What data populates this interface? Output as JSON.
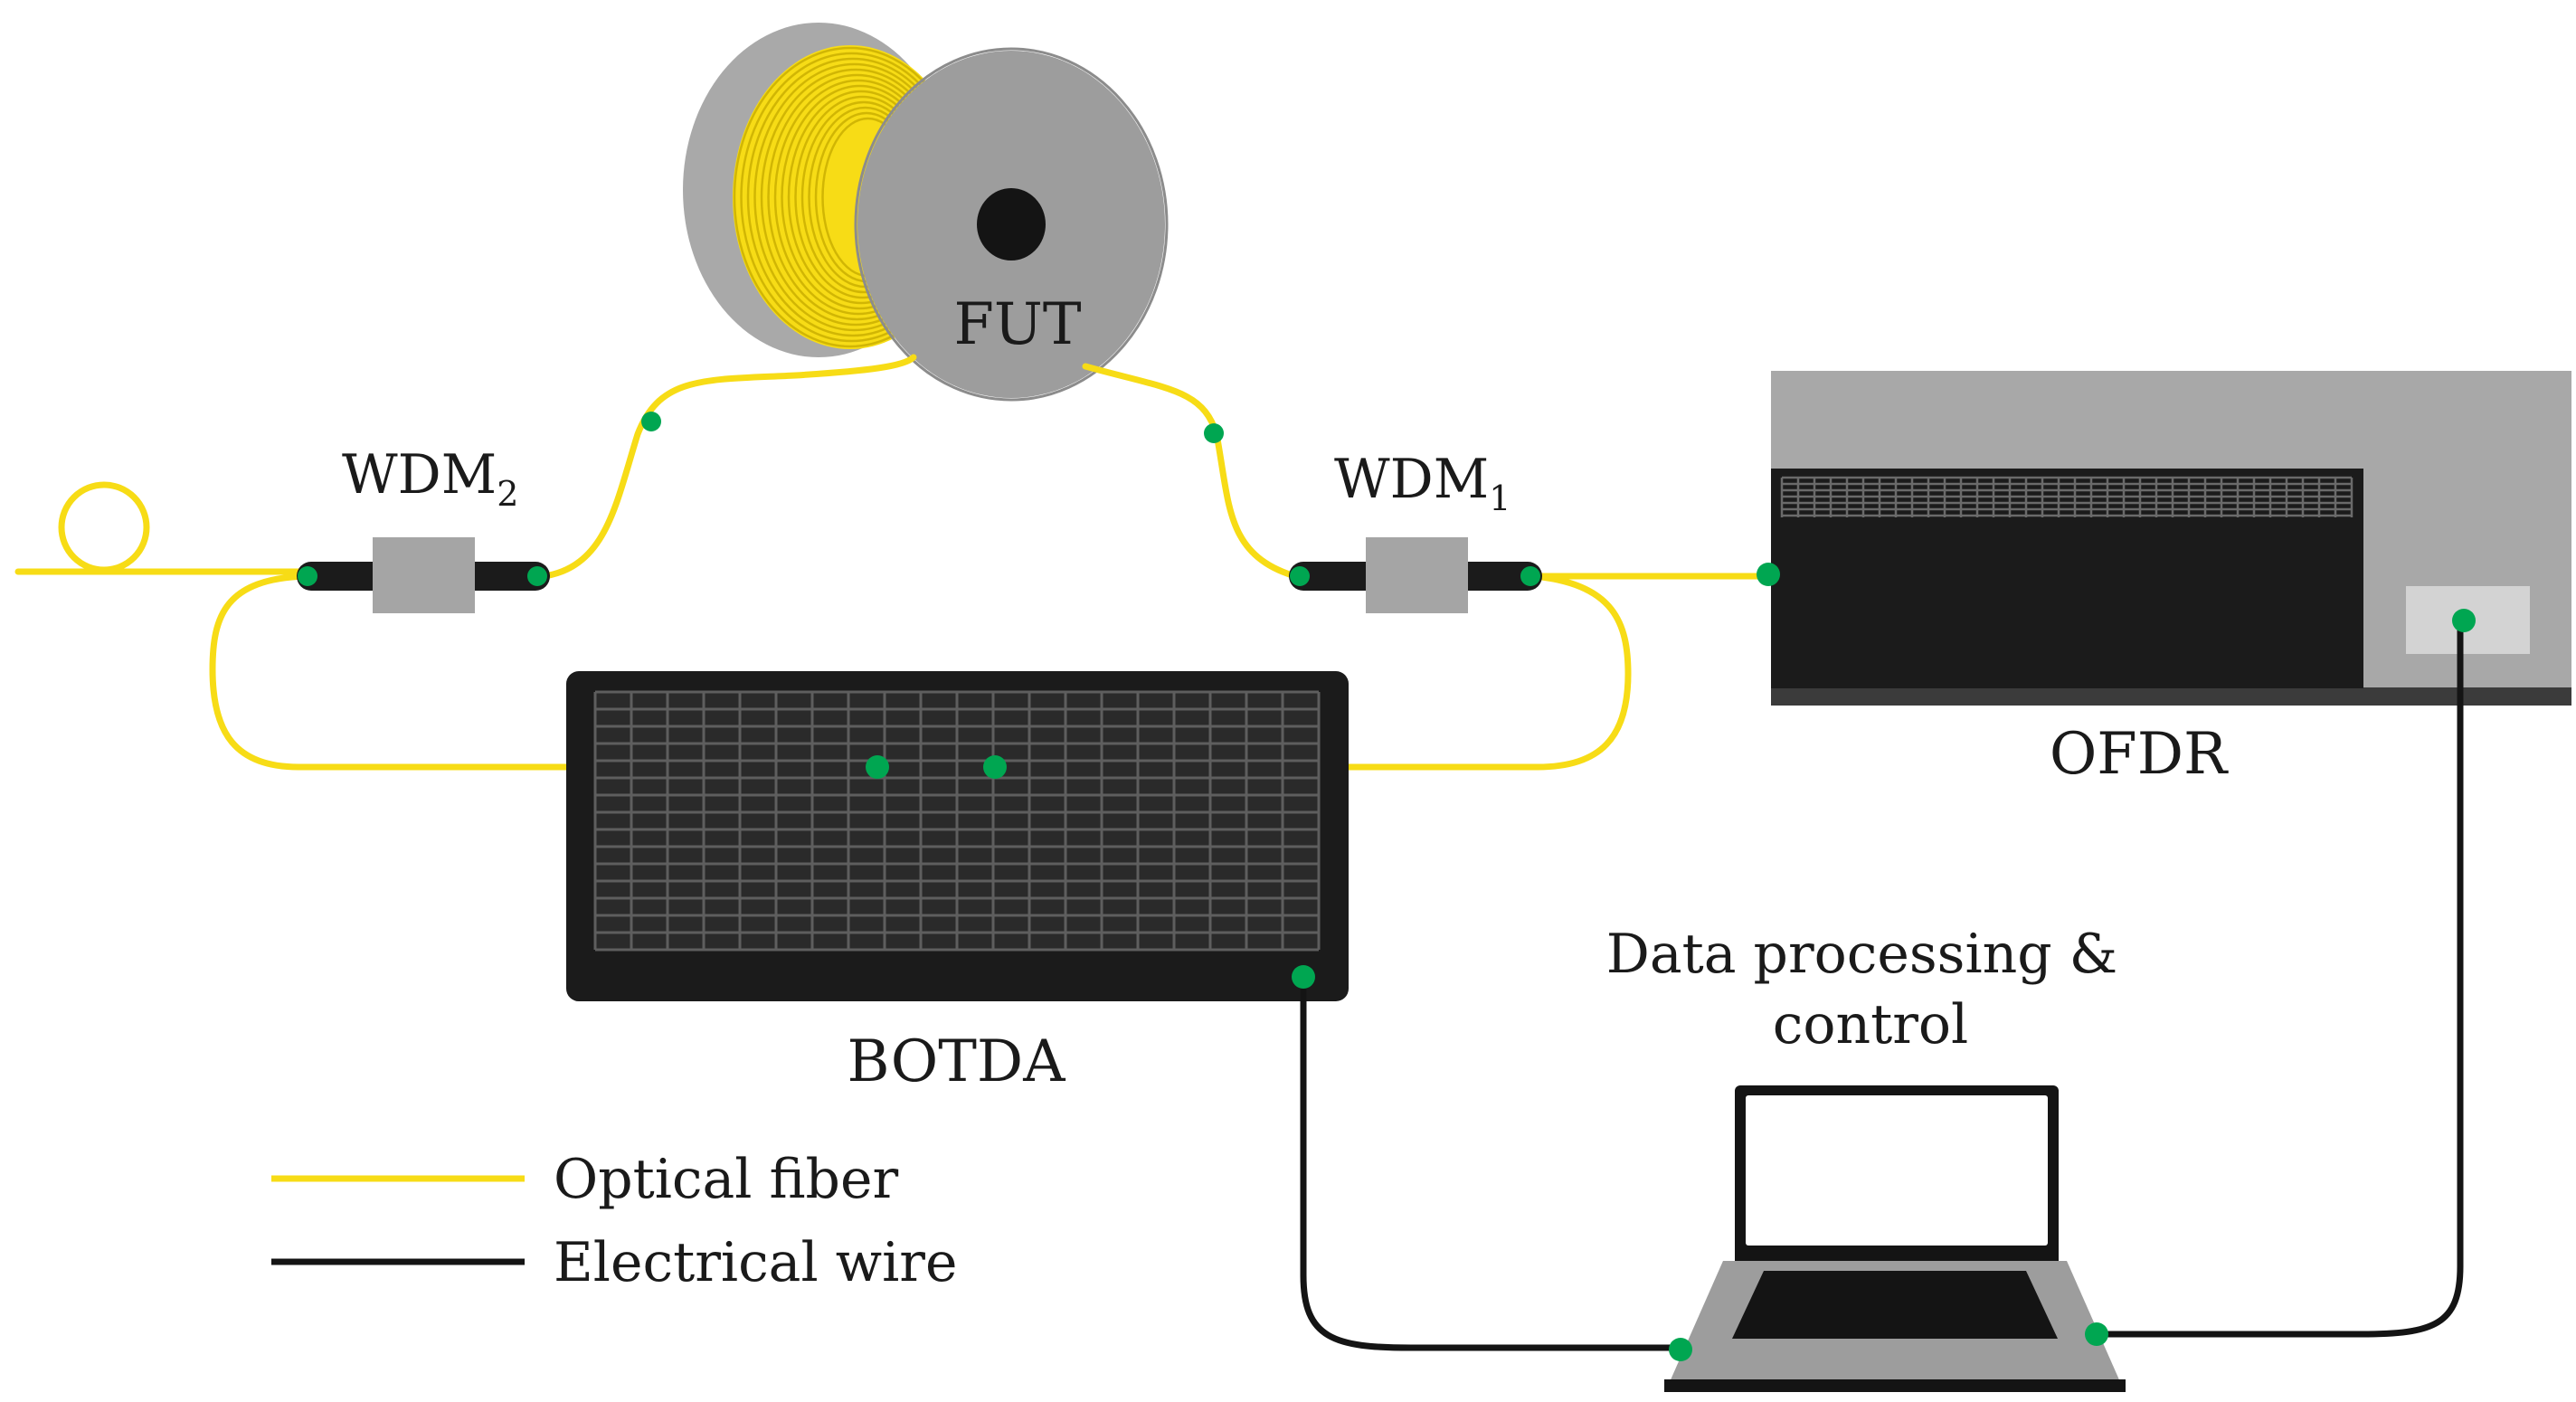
{
  "labels": {
    "fut": "FUT",
    "wdm2": "WDM",
    "wdm2_sub": "2",
    "wdm1": "WDM",
    "wdm1_sub": "1",
    "ofdr": "OFDR",
    "botda": "BOTDA",
    "data_processing_line1": "Data processing &",
    "data_processing_line2": "control"
  },
  "legend": {
    "optical_fiber": "Optical fiber",
    "electrical_wire": "Electrical wire"
  },
  "colors": {
    "fiber": "#f7dc16",
    "wire": "#141414",
    "connector": "#00a651",
    "instrument_body": "#1b1b1b",
    "instrument_grid": "#5a5a5a",
    "spool_gray": "#9a9a9a",
    "ofdr_case": "#a8a8a8"
  },
  "icons": {
    "spool": "fiber-spool-icon",
    "botda": "botda-instrument-icon",
    "ofdr": "ofdr-instrument-icon",
    "laptop": "laptop-icon",
    "wdm": "wdm-coupler-icon",
    "loop": "fiber-loop-icon"
  }
}
